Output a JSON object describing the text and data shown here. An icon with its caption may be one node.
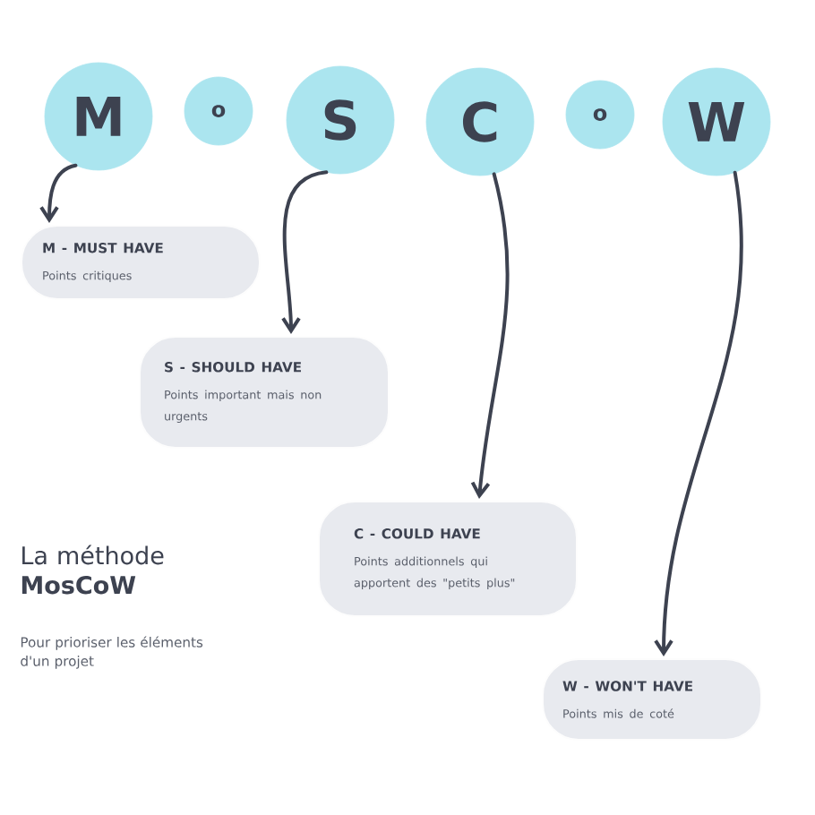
{
  "diagram": {
    "title": "La méthode **MosCoW**",
    "caption": "Pour prioriser les éléments d'un projet",
    "nodes": [
      {
        "text": [
          "M"
        ]
      },
      {
        "text": [
          "o"
        ]
      },
      {
        "text": [
          "S"
        ]
      },
      {
        "text": [
          "C"
        ]
      },
      {
        "text": [
          "o"
        ]
      },
      {
        "text": [
          "W"
        ]
      },
      {
        "text": [
          "M - MUST HAVE",
          "Points critiques"
        ]
      },
      {
        "text": [
          "S - SHOULD HAVE",
          "Points important mais non urgents"
        ]
      },
      {
        "text": [
          "C - COULD HAVE",
          "Points additionnels qui apportent des \"petits plus\""
        ]
      },
      {
        "text": [
          "W - WON'T HAVE",
          "Points mis de coté"
        ]
      }
    ],
    "edges": [
      {
        "from": 0,
        "to": 6,
        "arrow": "to"
      },
      {
        "from": 2,
        "to": 7,
        "arrow": "to"
      },
      {
        "from": 3,
        "to": 8,
        "arrow": "to"
      },
      {
        "from": 5,
        "to": 9,
        "arrow": "to"
      }
    ]
  }
}
